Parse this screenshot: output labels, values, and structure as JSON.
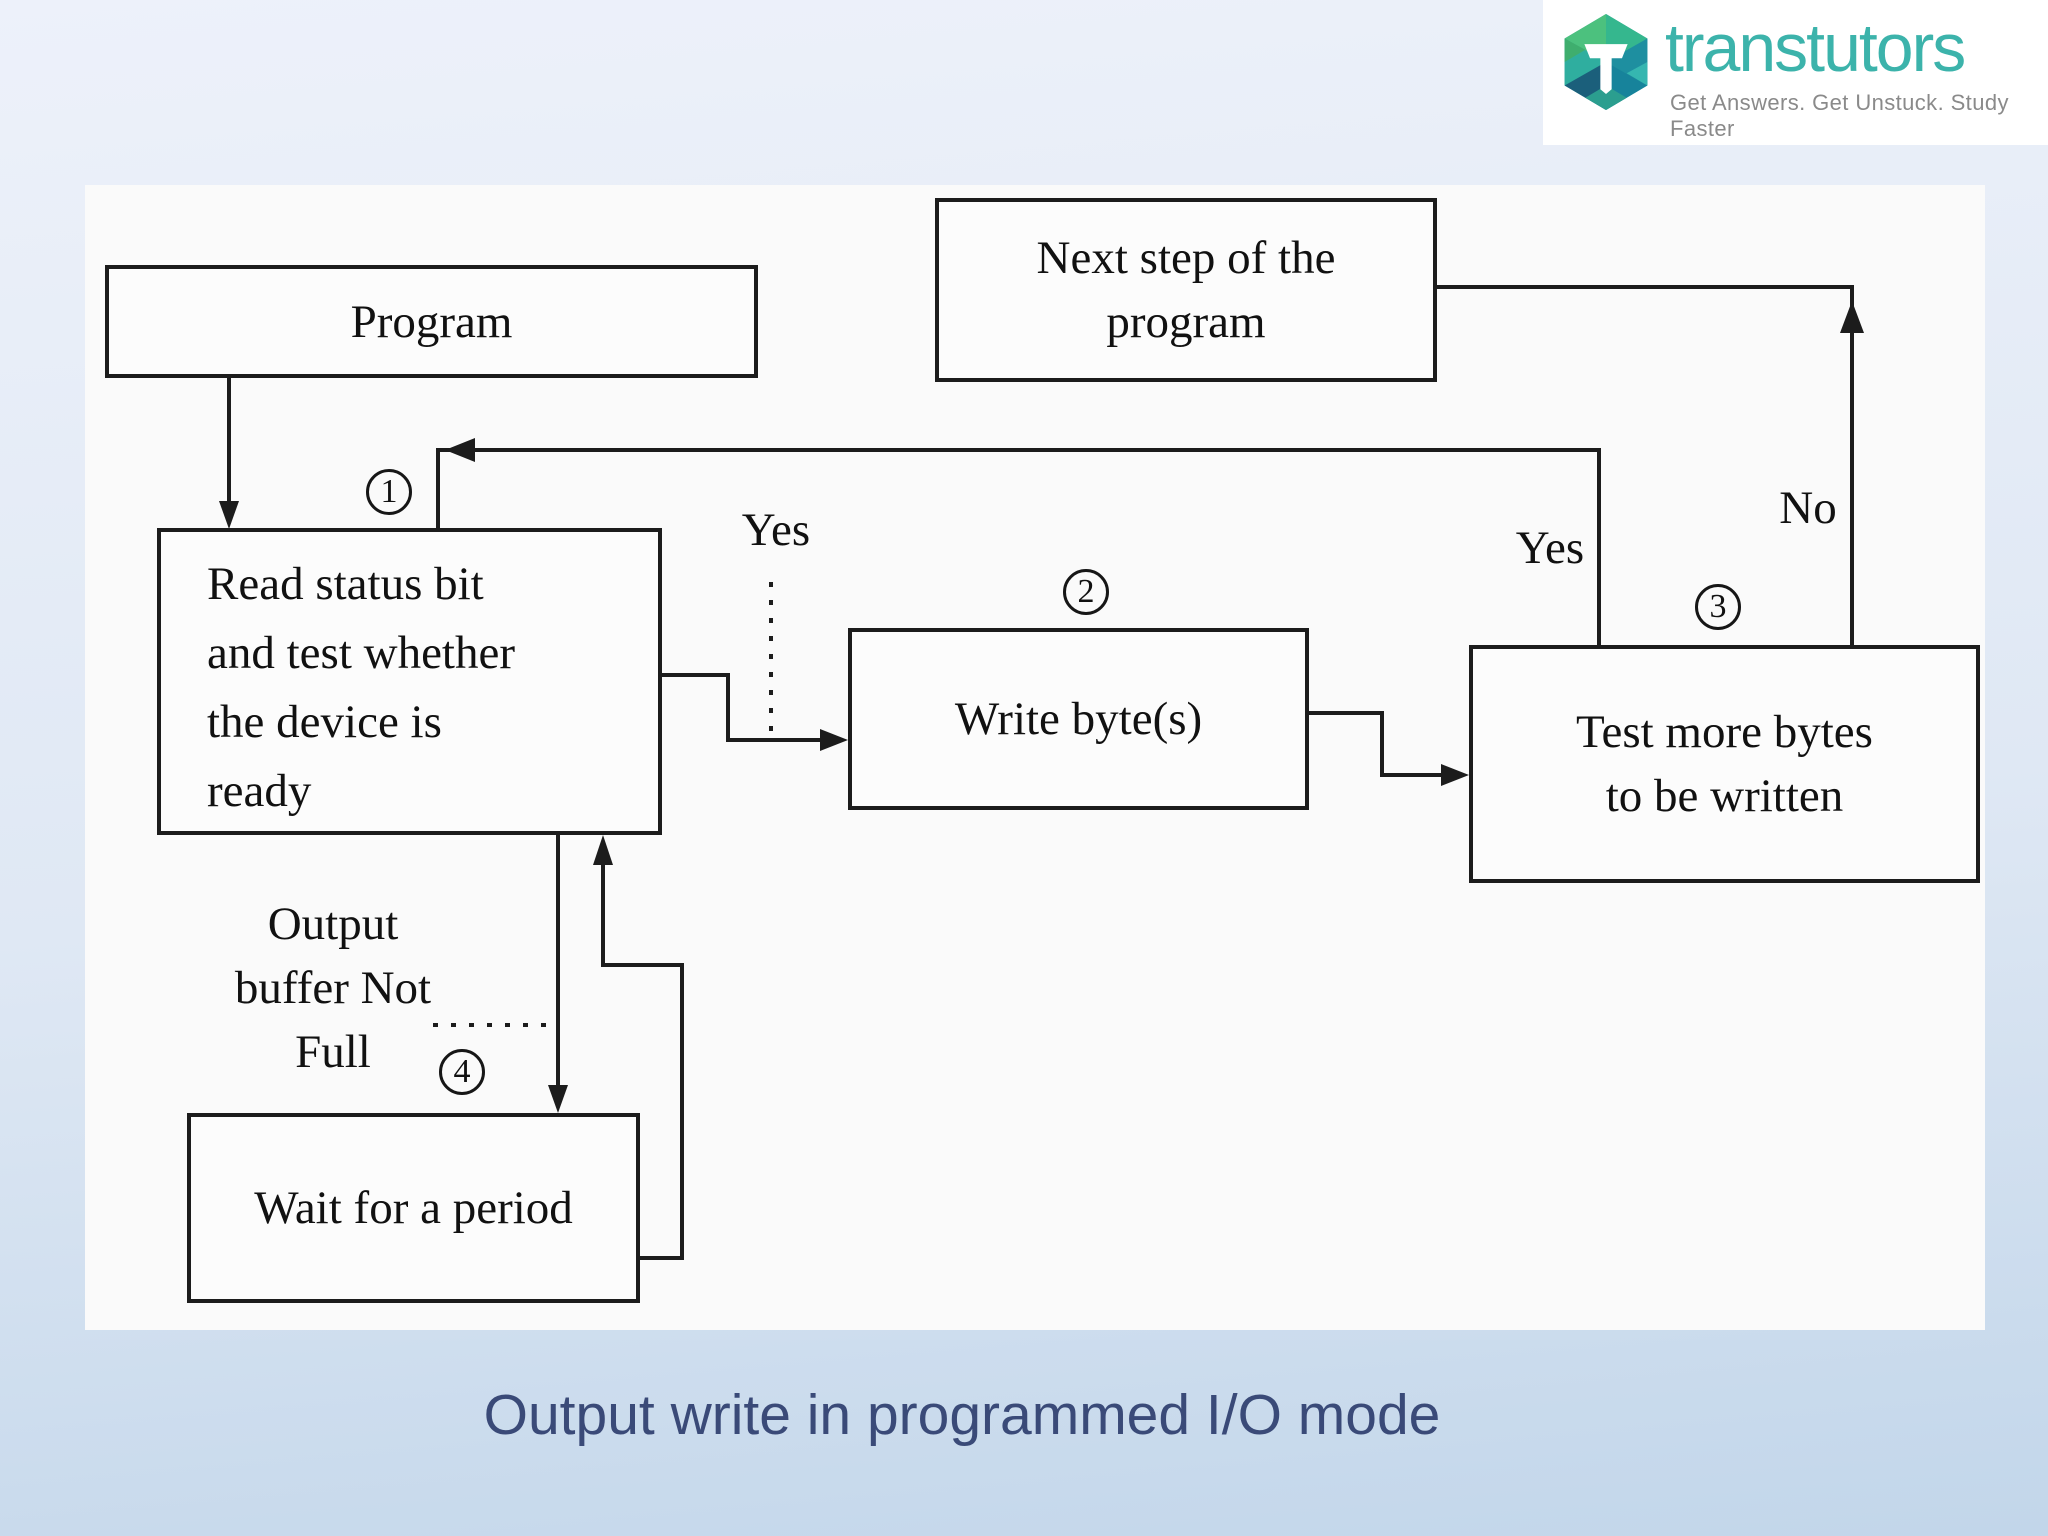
{
  "header": {
    "brand": "transtutors",
    "tagline": "Get Answers. Get Unstuck. Study Faster"
  },
  "caption": "Output write in programmed I/O mode",
  "flowchart": {
    "program": {
      "label": "Program"
    },
    "next_step": {
      "lines": [
        "Next step of the",
        "program"
      ]
    },
    "read_status": {
      "lines": [
        "Read status bit",
        "and test whether",
        "the device is",
        "ready"
      ]
    },
    "write_bytes": {
      "label": "Write byte(s)"
    },
    "test_more": {
      "lines": [
        "Test more bytes",
        "to be written"
      ]
    },
    "wait": {
      "label": "Wait for a period"
    },
    "branch_labels": {
      "yes_left": "Yes",
      "yes_right": "Yes",
      "no": "No"
    },
    "annotations": {
      "output_buffer": [
        "Output",
        "buffer Not",
        "Full"
      ],
      "steps": [
        "1",
        "2",
        "3",
        "4"
      ]
    }
  },
  "colors": {
    "brand": "#3cb3ab",
    "tagline": "#8a8a8a",
    "caption": "#3a4a78",
    "line": "#1c1c1c",
    "bg-top": "#edf1fa",
    "bg-bottom": "#c2d6ea",
    "canvas": "#fafafa"
  }
}
